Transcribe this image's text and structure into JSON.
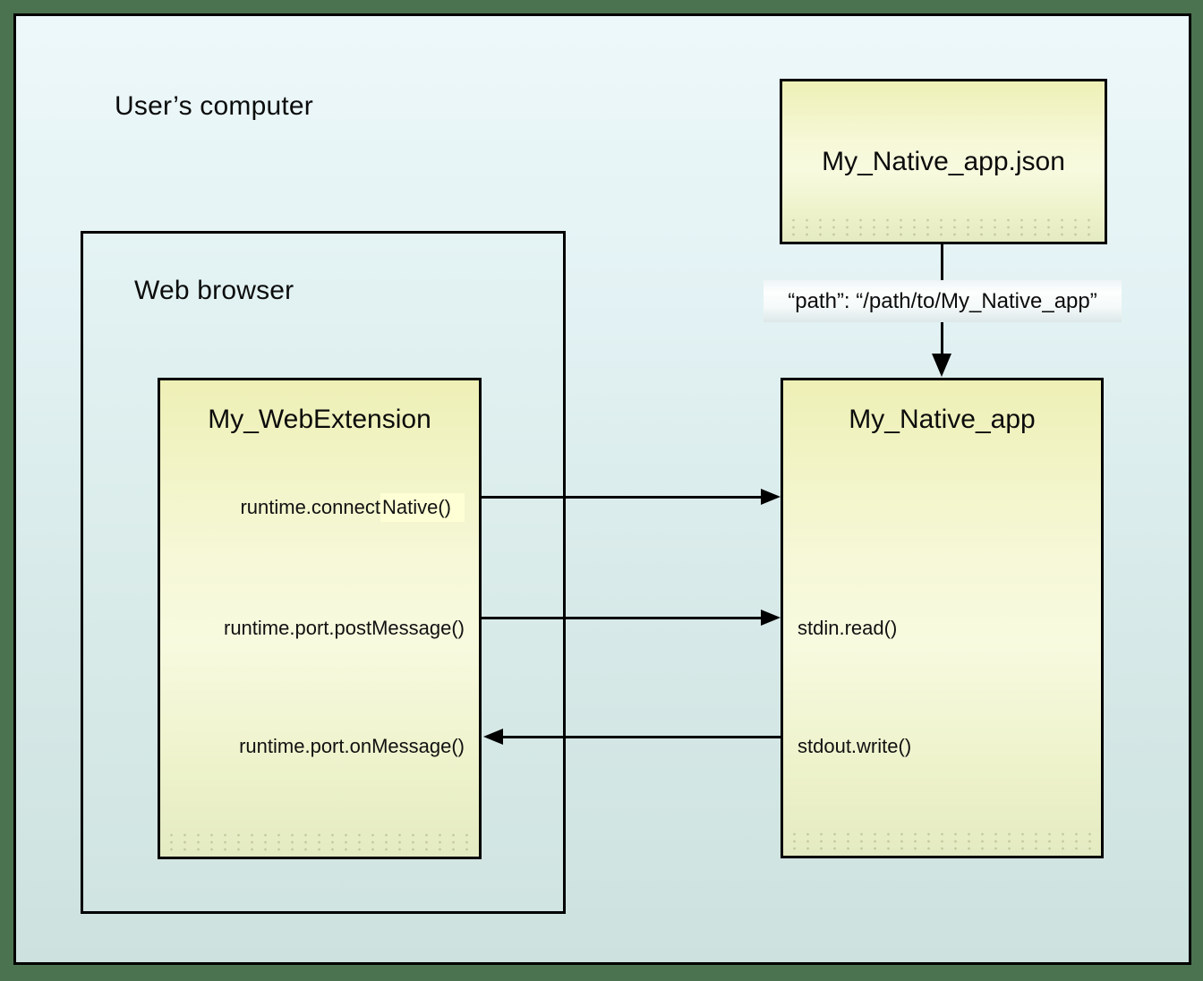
{
  "diagram": {
    "outer_label": "User’s computer",
    "browser_label": "Web browser",
    "webextension": {
      "title": "My_WebExtension",
      "connect_native_prefix": "runtime.connect",
      "connect_native_highlight": "Native()",
      "post_message": "runtime.port.postMessage()",
      "on_message": "runtime.port.onMessage()"
    },
    "native_app": {
      "title": "My_Native_app",
      "stdin": "stdin.read()",
      "stdout": "stdout.write()"
    },
    "manifest": {
      "title": "My_Native_app.json",
      "path_label": "“path”: “/path/to/My_Native_app”"
    },
    "colors": {
      "frame_green": "#4b7350",
      "background_blue_top": "#edf8fa",
      "background_blue_bottom": "#cde2df",
      "box_yellow_top": "#eef0b6",
      "box_yellow_light": "#f8fadf",
      "box_yellow_bottom": "#e4eac1",
      "highlight_yellow": "#feffd4",
      "line_black": "#000000"
    }
  }
}
